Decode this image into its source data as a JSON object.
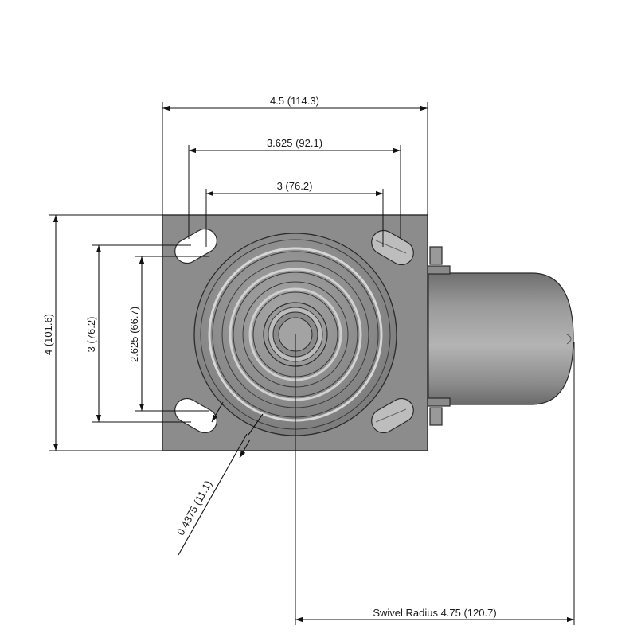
{
  "drawing": {
    "dimensions": {
      "overall_width": "4.5 (114.3)",
      "bolt_width_outer": "3.625 (92.1)",
      "bolt_width_inner": "3 (76.2)",
      "overall_length": "4 (101.6)",
      "bolt_length_outer": "3 (76.2)",
      "bolt_length_inner": "2.625 (66.7)",
      "bolt_hole": "0.4375 (11.1)",
      "swivel_radius": "Swivel Radius 4.75 (120.7)"
    },
    "colors": {
      "plate": "#8c8c8c",
      "wheel": "#8f8f8f",
      "lines": "#111111"
    }
  }
}
